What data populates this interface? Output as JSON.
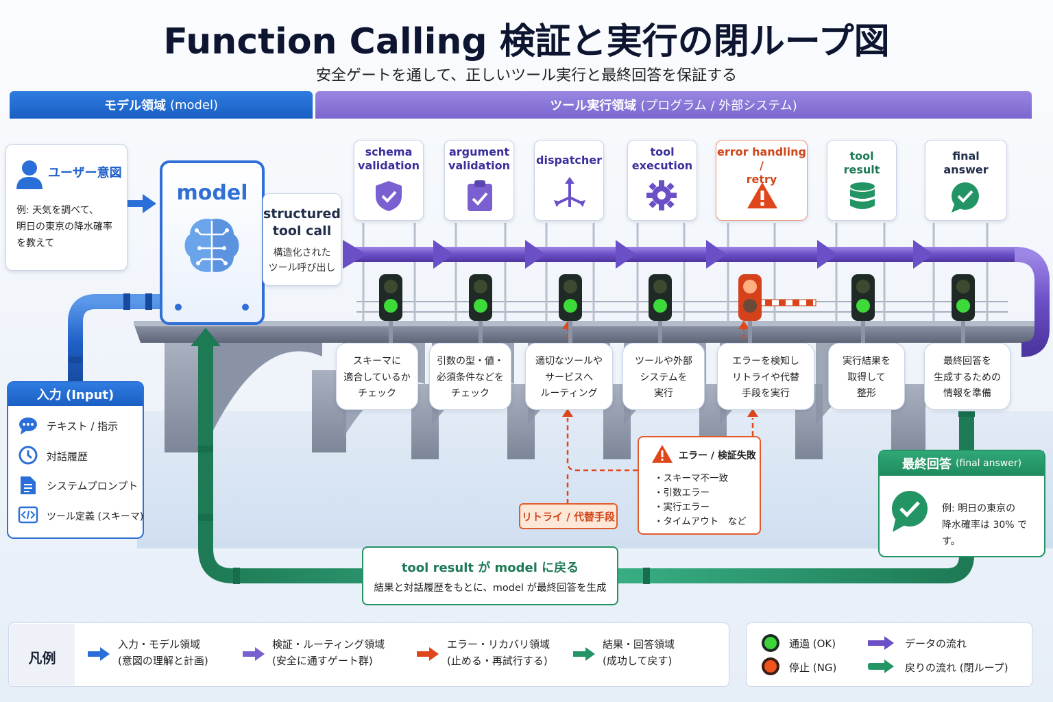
{
  "title": "Function Calling 検証と実行の閉ループ図",
  "subtitle": "安全ゲートを通して、正しいツール実行と最終回答を保証する",
  "bands": {
    "model": {
      "label": "モデル領域",
      "sub": "(model)"
    },
    "tool": {
      "label": "ツール実行領域",
      "sub": "(プログラム / 外部システム)"
    }
  },
  "user": {
    "title": "ユーザー意図",
    "example": [
      "例: 天気を調べて、",
      "明日の東京の降水確率",
      "を教えて"
    ]
  },
  "model": {
    "label": "model"
  },
  "structured_call": {
    "title1": "structured",
    "title2": "tool call",
    "sub1": "構造化された",
    "sub2": "ツール呼び出し"
  },
  "gates": [
    {
      "title1": "schema",
      "title2": "validation",
      "icon": "shield-check-icon",
      "desc": [
        "スキーマに",
        "適合しているか",
        "チェック"
      ],
      "light": "green"
    },
    {
      "title1": "argument",
      "title2": "validation",
      "icon": "clipboard-check-icon",
      "desc": [
        "引数の型・値・",
        "必須条件などを",
        "チェック"
      ],
      "light": "green"
    },
    {
      "title1": "dispatcher",
      "title2": "",
      "icon": "route-arrows-icon",
      "desc": [
        "適切なツールや",
        "サービスへ",
        "ルーティング"
      ],
      "light": "green"
    },
    {
      "title1": "tool",
      "title2": "execution",
      "icon": "gear-icon",
      "desc": [
        "ツールや外部",
        "システムを",
        "実行"
      ],
      "light": "green"
    },
    {
      "title1": "error handling /",
      "title2": "retry",
      "icon": "warning-icon",
      "desc": [
        "エラーを検知し",
        "リトライや代替",
        "手段を実行"
      ],
      "light": "red"
    },
    {
      "title1": "tool",
      "title2": "result",
      "icon": "database-icon",
      "desc": [
        "実行結果を",
        "取得して",
        "整形"
      ],
      "light": "green"
    },
    {
      "title1": "final",
      "title2": "answer",
      "icon": "chat-check-icon",
      "desc": [
        "最終回答を",
        "生成するための",
        "情報を準備"
      ],
      "light": "green"
    }
  ],
  "input": {
    "title": "入力 (Input)",
    "items": [
      {
        "label": "テキスト / 指示",
        "icon": "chat-bubble-icon"
      },
      {
        "label": "対話履歴",
        "icon": "clock-icon"
      },
      {
        "label": "システムプロンプト",
        "icon": "document-icon"
      },
      {
        "label": "ツール定義 (スキーマ)",
        "icon": "code-icon"
      }
    ]
  },
  "error": {
    "title": "エラー / 検証失敗",
    "items": [
      "・スキーマ不一致",
      "・引数エラー",
      "・実行エラー",
      "・タイムアウト　など"
    ]
  },
  "retry": {
    "label": "リトライ / 代替手段"
  },
  "final": {
    "title": "最終回答",
    "title_sub": "(final answer)",
    "example": [
      "例: 明日の東京の",
      "降水確率は 30% です。"
    ]
  },
  "return": {
    "title": "tool result が model に戻る",
    "sub": "結果と対話履歴をもとに、model が最終回答を生成"
  },
  "legend": {
    "title": "凡例",
    "items": [
      {
        "line1": "入力・モデル領域",
        "line2": "(意図の理解と計画)",
        "color": "#2a6fd8"
      },
      {
        "line1": "検証・ルーティング領域",
        "line2": "(安全に通すゲート群)",
        "color": "#7a5fd0"
      },
      {
        "line1": "エラー・リカバリ領域",
        "line2": "(止める・再試行する)",
        "color": "#e0461c"
      },
      {
        "line1": "結果・回答領域",
        "line2": "(成功して戻す)",
        "color": "#239464"
      }
    ],
    "status": {
      "ok": "通過 (OK)",
      "ng": "停止 (NG)",
      "flow": "データの流れ",
      "return": "戻りの流れ (閉ループ)"
    }
  },
  "colors": {
    "blue": "#2a6fd8",
    "purple": "#6f52c9",
    "red": "#e0461c",
    "green": "#239464"
  }
}
